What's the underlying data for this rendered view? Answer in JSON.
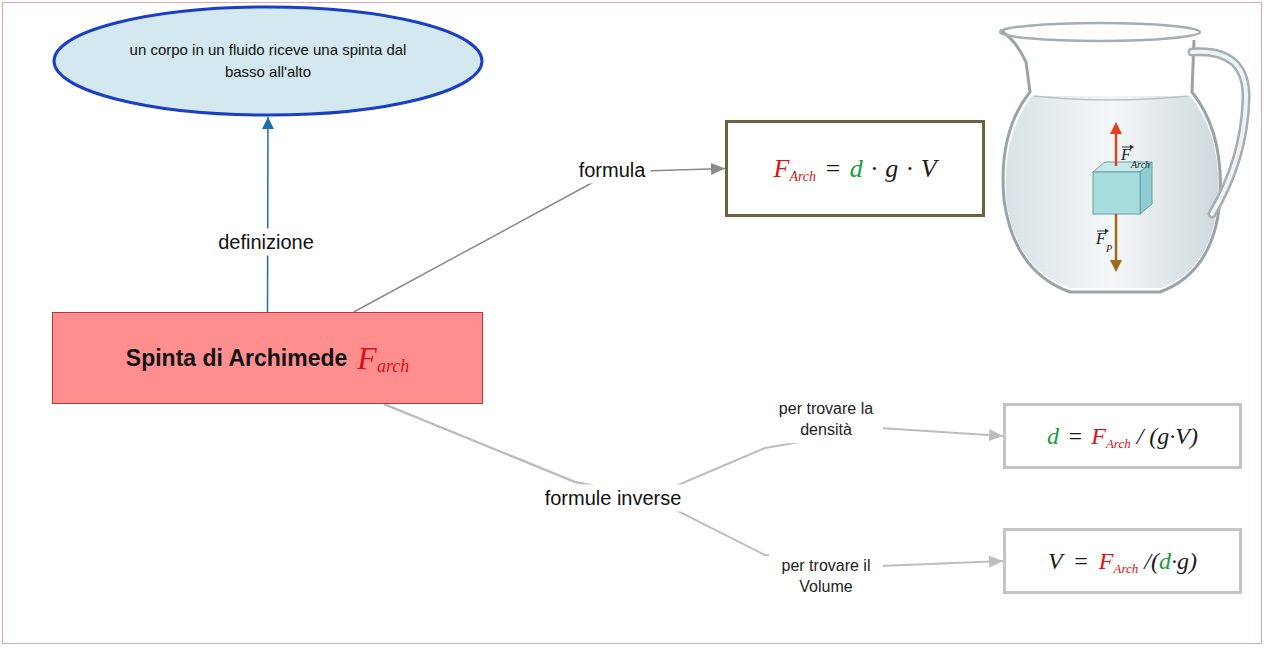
{
  "diagram": {
    "nodes": [
      {
        "text": [
          "un corpo in un fluido riceve una spinta dal basso all'alto"
        ]
      },
      {
        "text": [
          "F",
          "Arch",
          "=",
          "d",
          "·",
          "g",
          "·",
          "V"
        ]
      },
      {
        "text": [
          "Spinta di Archimede",
          "F",
          "arch"
        ]
      },
      {
        "text": [
          "d",
          "=",
          "F",
          "Arch",
          "/ (g·V)"
        ]
      },
      {
        "text": [
          "V",
          "=",
          "F",
          "Arch",
          "/(",
          "d",
          "·g)"
        ]
      }
    ],
    "edges": [
      {
        "from": 2,
        "to": 0,
        "arrow": "to",
        "label": "definizione"
      },
      {
        "from": 2,
        "to": 1,
        "arrow": "to",
        "label": "formula"
      },
      {
        "from": 2,
        "to": 3,
        "arrow": "to",
        "label": "per trovare la densità"
      },
      {
        "from": 2,
        "to": 4,
        "arrow": "to",
        "label": "per trovare il Volume"
      }
    ],
    "labels": [
      "formule inverse",
      "F",
      "Arch",
      "F",
      "P"
    ]
  }
}
